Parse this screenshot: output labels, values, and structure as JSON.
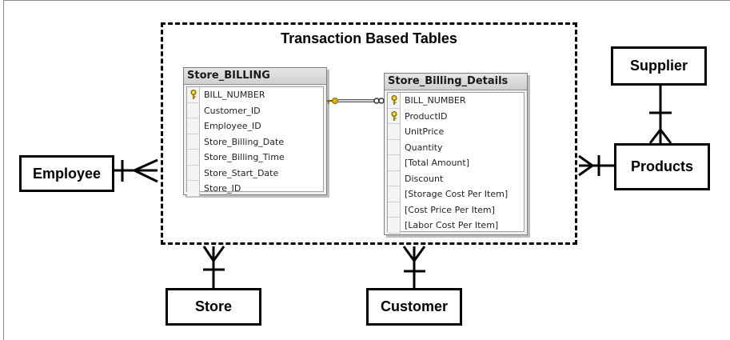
{
  "group": {
    "title": "Transaction Based Tables"
  },
  "entities": {
    "employee": "Employee",
    "store": "Store",
    "customer": "Customer",
    "supplier": "Supplier",
    "products": "Products"
  },
  "tables": {
    "billing": {
      "name": "Store_BILLING",
      "columns": [
        {
          "name": "BILL_NUMBER",
          "key": true
        },
        {
          "name": "Customer_ID",
          "key": false
        },
        {
          "name": "Employee_ID",
          "key": false
        },
        {
          "name": "Store_Billing_Date",
          "key": false
        },
        {
          "name": "Store_Billing_Time",
          "key": false
        },
        {
          "name": "Store_Start_Date",
          "key": false
        },
        {
          "name": "Store_ID",
          "key": false
        }
      ]
    },
    "details": {
      "name": "Store_Billing_Details",
      "columns": [
        {
          "name": "BILL_NUMBER",
          "key": true
        },
        {
          "name": "ProductID",
          "key": true
        },
        {
          "name": "UnitPrice",
          "key": false
        },
        {
          "name": "Quantity",
          "key": false
        },
        {
          "name": "[Total Amount]",
          "key": false
        },
        {
          "name": "Discount",
          "key": false
        },
        {
          "name": "[Storage Cost Per Item]",
          "key": false
        },
        {
          "name": "[Cost Price Per Item]",
          "key": false
        },
        {
          "name": "[Labor Cost Per Item]",
          "key": false
        }
      ]
    }
  }
}
